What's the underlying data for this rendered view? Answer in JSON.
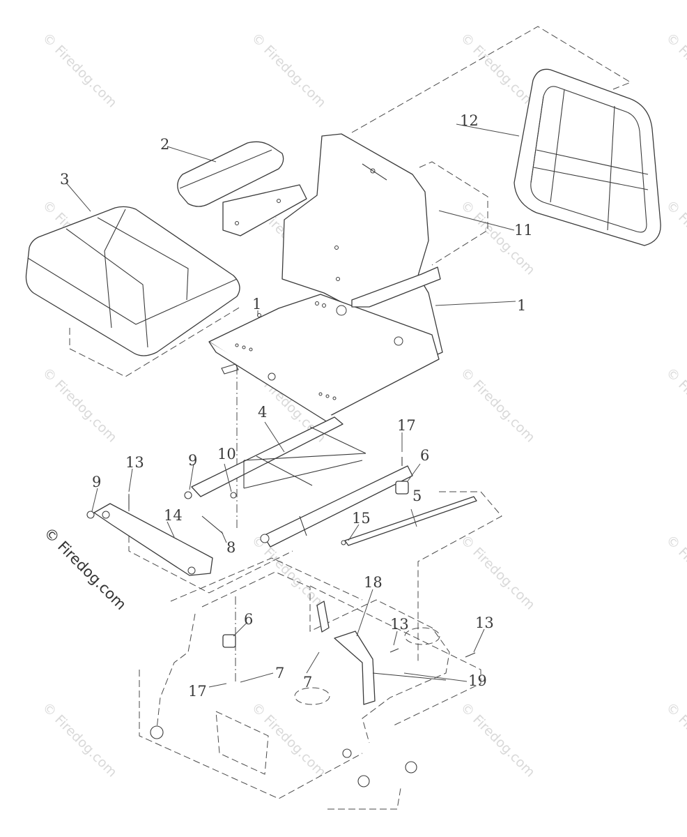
{
  "watermark": {
    "repeat_text": "© Firedog.com",
    "main_text": "© Firedog.com"
  },
  "callouts": [
    {
      "id": "c1a",
      "label": "1"
    },
    {
      "id": "c1b",
      "label": "1"
    },
    {
      "id": "c2",
      "label": "2"
    },
    {
      "id": "c3",
      "label": "3"
    },
    {
      "id": "c4",
      "label": "4"
    },
    {
      "id": "c5",
      "label": "5"
    },
    {
      "id": "c6a",
      "label": "6"
    },
    {
      "id": "c6b",
      "label": "6"
    },
    {
      "id": "c7a",
      "label": "7"
    },
    {
      "id": "c7b",
      "label": "7"
    },
    {
      "id": "c8",
      "label": "8"
    },
    {
      "id": "c9a",
      "label": "9"
    },
    {
      "id": "c9b",
      "label": "9"
    },
    {
      "id": "c10",
      "label": "10"
    },
    {
      "id": "c11",
      "label": "11"
    },
    {
      "id": "c12",
      "label": "12"
    },
    {
      "id": "c13a",
      "label": "13"
    },
    {
      "id": "c13b",
      "label": "13"
    },
    {
      "id": "c13c",
      "label": "13"
    },
    {
      "id": "c14",
      "label": "14"
    },
    {
      "id": "c15",
      "label": "15"
    },
    {
      "id": "c17a",
      "label": "17"
    },
    {
      "id": "c17b",
      "label": "17"
    },
    {
      "id": "c18",
      "label": "18"
    },
    {
      "id": "c19",
      "label": "19"
    }
  ]
}
